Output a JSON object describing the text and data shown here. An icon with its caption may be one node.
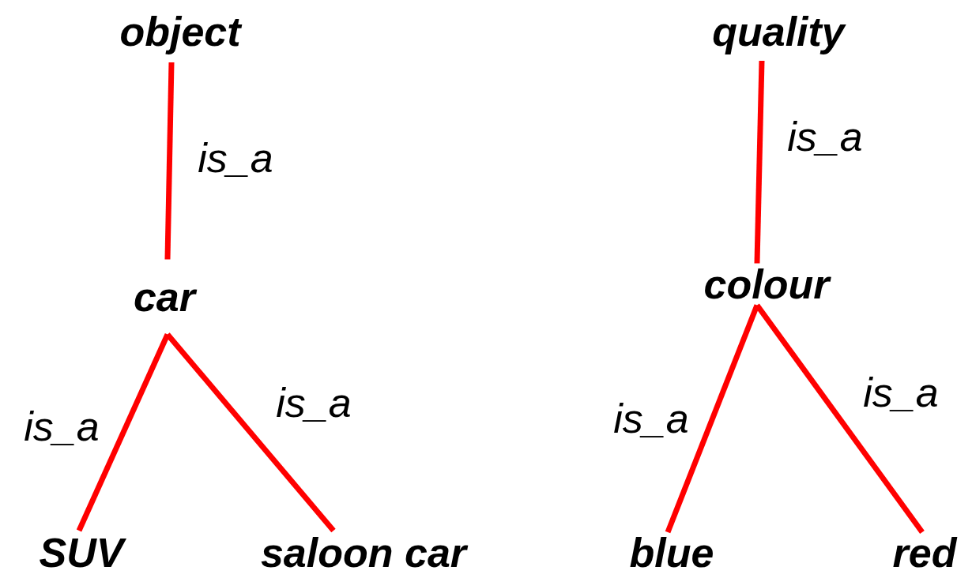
{
  "diagram": {
    "nodes": [
      {
        "text": [
          "object"
        ]
      },
      {
        "text": [
          "car"
        ]
      },
      {
        "text": [
          "SUV"
        ]
      },
      {
        "text": [
          "saloon car"
        ]
      },
      {
        "text": [
          "quality"
        ]
      },
      {
        "text": [
          "colour"
        ]
      },
      {
        "text": [
          "blue"
        ]
      },
      {
        "text": [
          "red"
        ]
      }
    ],
    "edges": [
      {
        "from": 0,
        "to": 1,
        "arrow": "none",
        "label": "is_a"
      },
      {
        "from": 1,
        "to": 2,
        "arrow": "none",
        "label": "is_a"
      },
      {
        "from": 1,
        "to": 3,
        "arrow": "none",
        "label": "is_a"
      },
      {
        "from": 4,
        "to": 5,
        "arrow": "none",
        "label": "is_a"
      },
      {
        "from": 5,
        "to": 6,
        "arrow": "none",
        "label": "is_a"
      },
      {
        "from": 5,
        "to": 7,
        "arrow": "none",
        "label": "is_a"
      }
    ]
  }
}
